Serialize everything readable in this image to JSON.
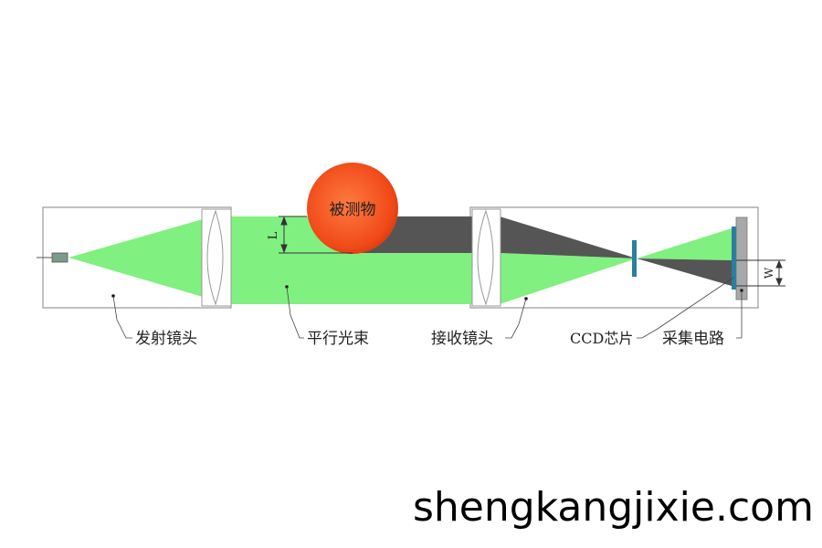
{
  "diagram": {
    "object_label": "被测物",
    "dimension_L": "L",
    "dimension_W": "W",
    "labels": {
      "emitter_lens": "发射镜头",
      "parallel_beam": "平行光束",
      "receiver_lens": "接收镜头",
      "ccd_chip": "CCD芯片",
      "acquisition_circuit": "采集电路"
    },
    "colors": {
      "beam": "#80f080",
      "shadow": "#555555",
      "object": "#f05020",
      "chip": "#2a7fa0",
      "board": "#a8a8a8"
    }
  },
  "watermark": "shengkangjixie.com"
}
